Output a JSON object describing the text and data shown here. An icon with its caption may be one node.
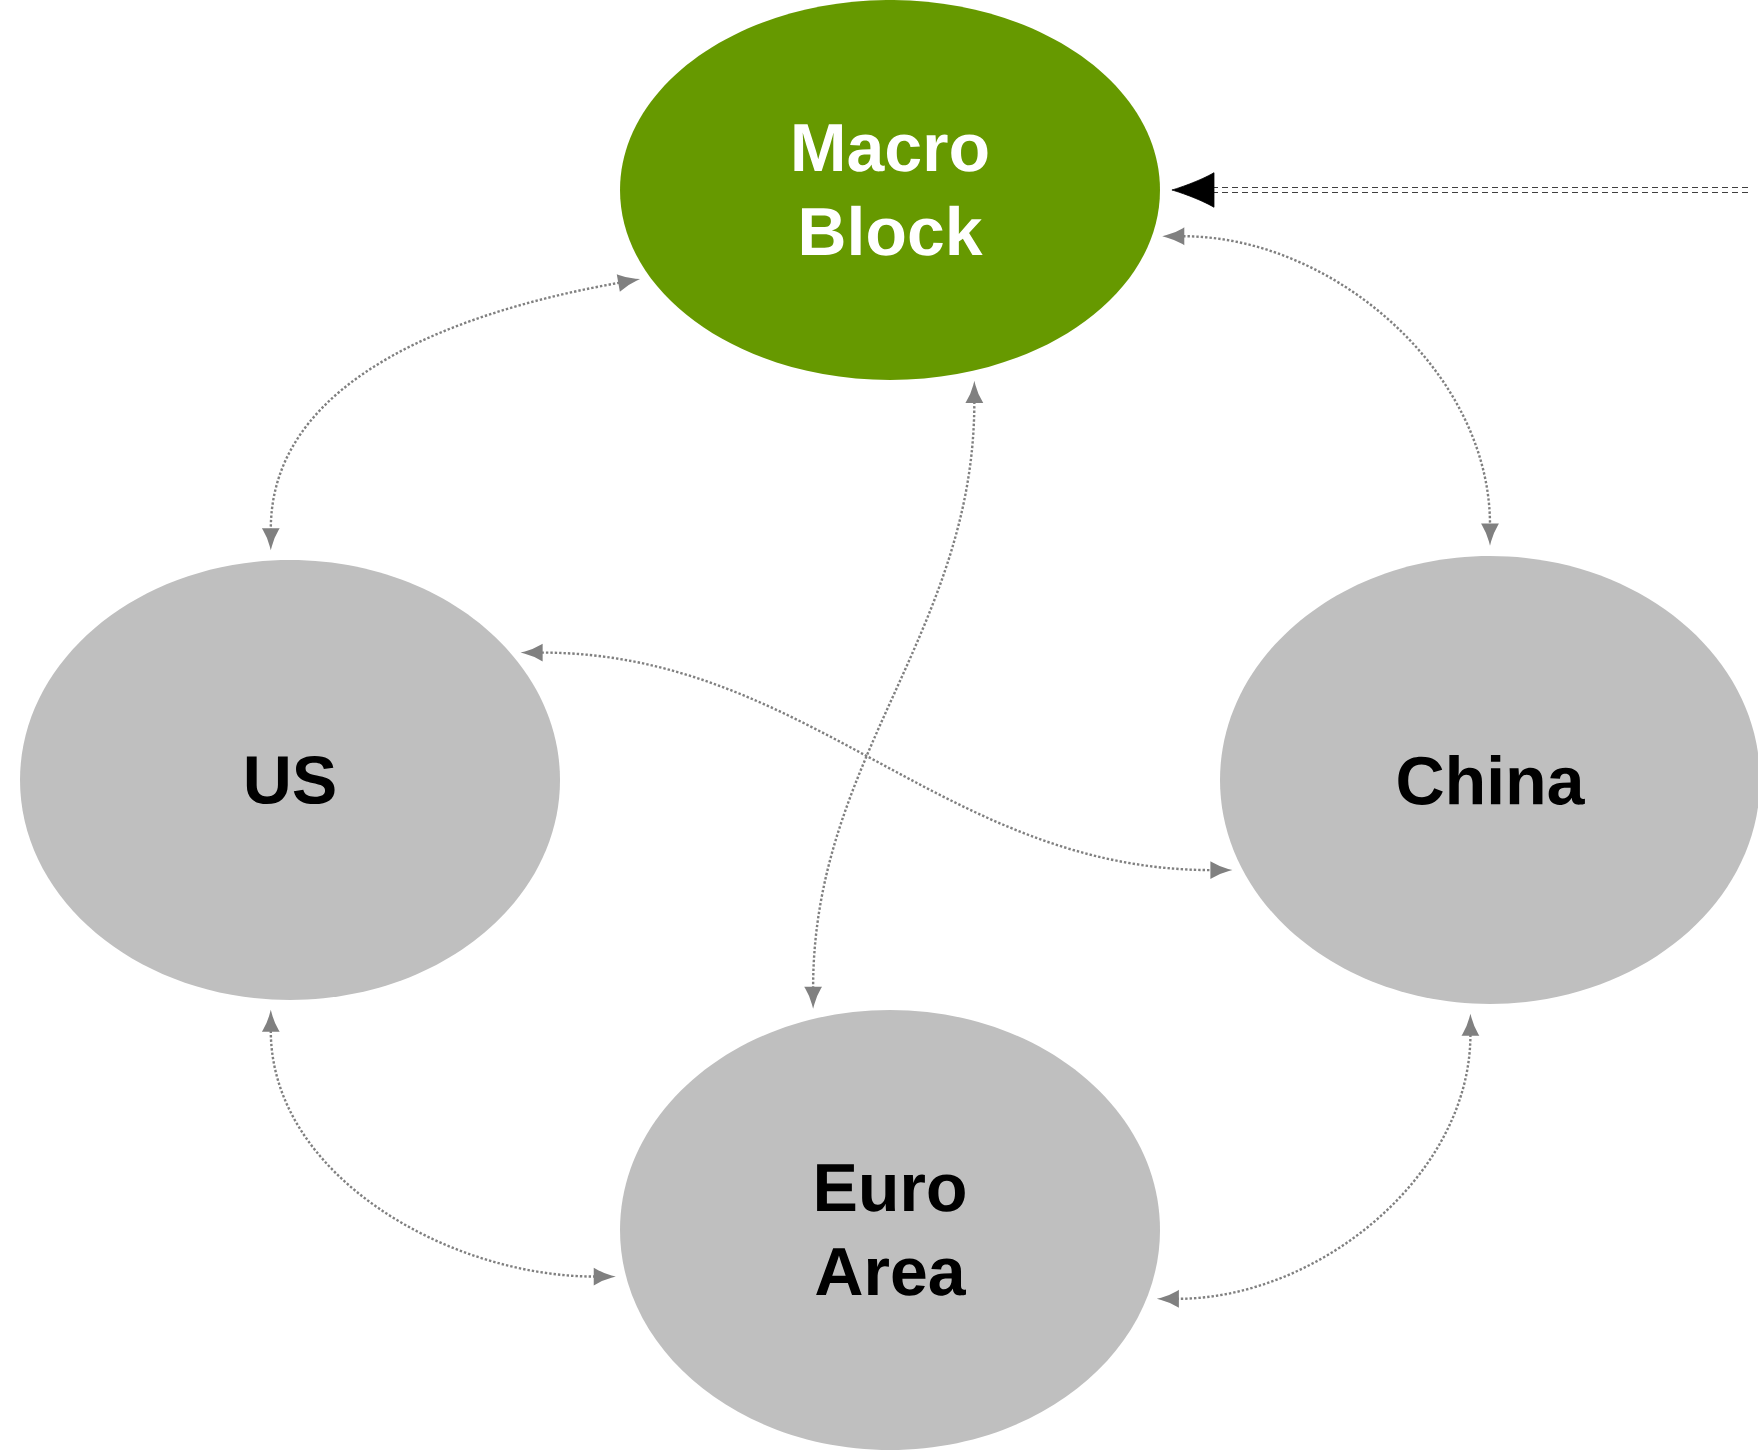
{
  "diagram": {
    "nodes": [
      {
        "text": [
          "Macro Block"
        ]
      },
      {
        "text": [
          "US"
        ]
      },
      {
        "text": [
          "China"
        ]
      },
      {
        "text": [
          "Euro Area"
        ]
      }
    ],
    "edges": [
      {
        "from": 0,
        "to": 1,
        "arrow": "both"
      },
      {
        "from": 0,
        "to": 2,
        "arrow": "both"
      },
      {
        "from": 0,
        "to": 3,
        "arrow": "both"
      },
      {
        "from": 1,
        "to": 2,
        "arrow": "both"
      },
      {
        "from": 1,
        "to": 3,
        "arrow": "both"
      },
      {
        "from": 2,
        "to": 3,
        "arrow": "both"
      },
      {
        "from": null,
        "to": 0,
        "arrow": "to",
        "style": "dashed",
        "color": "#000000"
      }
    ]
  }
}
